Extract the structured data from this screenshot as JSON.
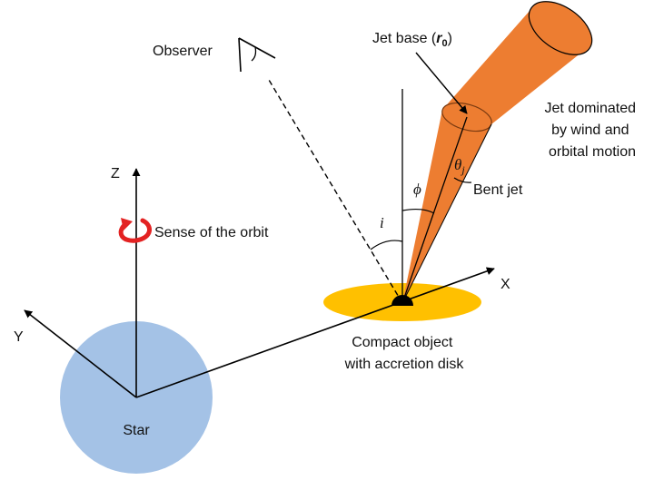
{
  "labels": {
    "observer": "Observer",
    "jet_base_prefix": "Jet base (",
    "jet_base_symbol": "r",
    "jet_base_subscript": "0",
    "jet_base_suffix": ")",
    "jet_dominated_line1": "Jet dominated",
    "jet_dominated_line2": "by wind and",
    "jet_dominated_line3": "orbital motion",
    "bent_jet": "Bent jet",
    "theta": "θ",
    "theta_sub": "j",
    "phi": "ϕ",
    "inclination": "i",
    "axis_z": "Z",
    "axis_x": "X",
    "axis_y": "Y",
    "sense_of_orbit": "Sense of the orbit",
    "compact_line1": "Compact object",
    "compact_line2": "with accretion disk",
    "star": "Star"
  },
  "colors": {
    "star": "#a4c2e6",
    "disk": "#ffc000",
    "jet": "#ed7d31",
    "jet_outline": "#7a3a10",
    "orbit_arrow": "#e32222",
    "lines": "#000000"
  }
}
